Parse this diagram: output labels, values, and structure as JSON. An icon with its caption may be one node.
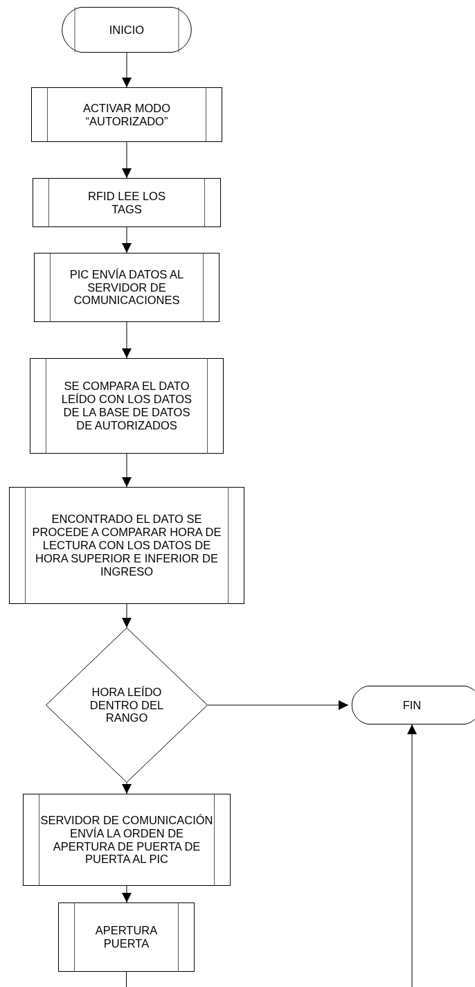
{
  "diagram": {
    "nodes": [
      {
        "text": [
          "INICIO"
        ]
      },
      {
        "text": [
          "ACTIVAR MODO “AUTORIZADO”"
        ]
      },
      {
        "text": [
          "RFID LEE LOS TAGS"
        ]
      },
      {
        "text": [
          "PIC ENVÍA DATOS AL SERVIDOR DE COMUNICACIONES"
        ]
      },
      {
        "text": [
          "SE COMPARA EL DATO LEÍDO CON LOS DATOS DE LA BASE DE DATOS DE AUTORIZADOS"
        ]
      },
      {
        "text": [
          "ENCONTRADO EL DATO SE PROCEDE A COMPARAR HORA DE LECTURA CON LOS DATOS DE HORA SUPERIOR E INFERIOR DE INGRESO"
        ]
      },
      {
        "text": [
          "HORA LEÍDO DENTRO DEL RANGO"
        ]
      },
      {
        "text": [
          "FIN"
        ]
      },
      {
        "text": [
          "SERVIDOR DE COMUNICACIÓN ENVÍA LA ORDEN DE APERTURA DE PUERTA DE PUERTA AL PIC"
        ]
      },
      {
        "text": [
          "APERTURA PUERTA"
        ]
      }
    ],
    "edges": [
      {
        "from": 0,
        "to": 1,
        "arrow": "to"
      },
      {
        "from": 1,
        "to": 2,
        "arrow": "to"
      },
      {
        "from": 2,
        "to": 3,
        "arrow": "to"
      },
      {
        "from": 3,
        "to": 4,
        "arrow": "to"
      },
      {
        "from": 4,
        "to": 5,
        "arrow": "to"
      },
      {
        "from": 5,
        "to": 6,
        "arrow": "to"
      },
      {
        "from": 6,
        "to": 7,
        "arrow": "to"
      },
      {
        "from": 6,
        "to": 8,
        "arrow": "to"
      },
      {
        "from": 8,
        "to": 9,
        "arrow": "to"
      },
      {
        "from": 9,
        "to": null,
        "arrow": "none"
      },
      {
        "from": null,
        "to": 7,
        "arrow": "to"
      }
    ]
  }
}
